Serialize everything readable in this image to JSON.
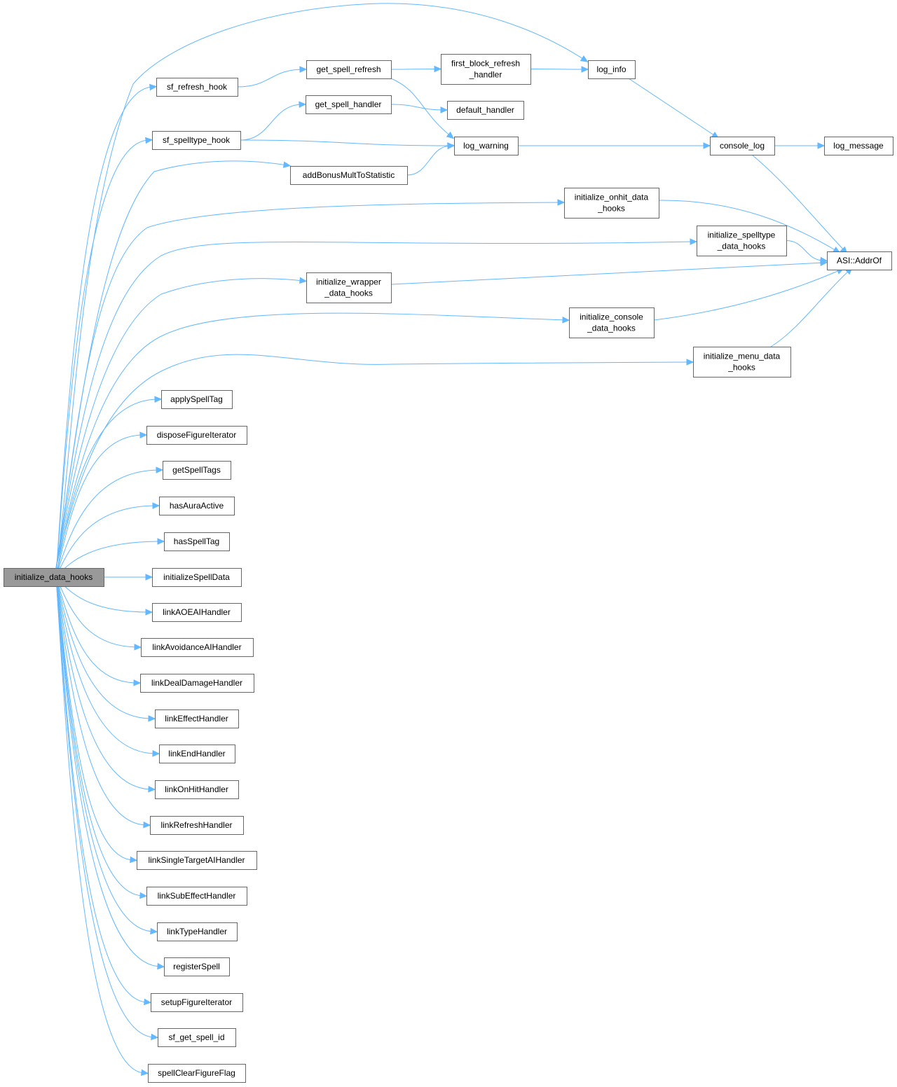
{
  "nodes": [
    {
      "id": "root",
      "lines": [
        "initialize_data_hooks"
      ],
      "root": true
    },
    {
      "id": "sf_refresh_hook",
      "lines": [
        "sf_refresh_hook"
      ]
    },
    {
      "id": "get_spell_refresh",
      "lines": [
        "get_spell_refresh"
      ]
    },
    {
      "id": "first_block_refresh_handler",
      "lines": [
        "first_block_refresh",
        "_handler"
      ]
    },
    {
      "id": "log_info",
      "lines": [
        "log_info"
      ]
    },
    {
      "id": "get_spell_handler",
      "lines": [
        "get_spell_handler"
      ]
    },
    {
      "id": "default_handler",
      "lines": [
        "default_handler"
      ]
    },
    {
      "id": "sf_spelltype_hook",
      "lines": [
        "sf_spelltype_hook"
      ]
    },
    {
      "id": "log_warning",
      "lines": [
        "log_warning"
      ]
    },
    {
      "id": "console_log",
      "lines": [
        "console_log"
      ]
    },
    {
      "id": "log_message",
      "lines": [
        "log_message"
      ]
    },
    {
      "id": "addBonusMultToStatistic",
      "lines": [
        "addBonusMultToStatistic"
      ]
    },
    {
      "id": "initialize_onhit_data_hooks",
      "lines": [
        "initialize_onhit_data",
        "_hooks"
      ]
    },
    {
      "id": "initialize_spelltype_data_hooks",
      "lines": [
        "initialize_spelltype",
        "_data_hooks"
      ]
    },
    {
      "id": "ASI_AddrOf",
      "lines": [
        "ASI::AddrOf"
      ]
    },
    {
      "id": "initialize_wrapper_data_hooks",
      "lines": [
        "initialize_wrapper",
        "_data_hooks"
      ]
    },
    {
      "id": "initialize_console_data_hooks",
      "lines": [
        "initialize_console",
        "_data_hooks"
      ]
    },
    {
      "id": "initialize_menu_data_hooks",
      "lines": [
        "initialize_menu_data",
        "_hooks"
      ]
    },
    {
      "id": "applySpellTag",
      "lines": [
        "applySpellTag"
      ]
    },
    {
      "id": "disposeFigureIterator",
      "lines": [
        "disposeFigureIterator"
      ]
    },
    {
      "id": "getSpellTags",
      "lines": [
        "getSpellTags"
      ]
    },
    {
      "id": "hasAuraActive",
      "lines": [
        "hasAuraActive"
      ]
    },
    {
      "id": "hasSpellTag",
      "lines": [
        "hasSpellTag"
      ]
    },
    {
      "id": "initializeSpellData",
      "lines": [
        "initializeSpellData"
      ]
    },
    {
      "id": "linkAOEAIHandler",
      "lines": [
        "linkAOEAIHandler"
      ]
    },
    {
      "id": "linkAvoidanceAIHandler",
      "lines": [
        "linkAvoidanceAIHandler"
      ]
    },
    {
      "id": "linkDealDamageHandler",
      "lines": [
        "linkDealDamageHandler"
      ]
    },
    {
      "id": "linkEffectHandler",
      "lines": [
        "linkEffectHandler"
      ]
    },
    {
      "id": "linkEndHandler",
      "lines": [
        "linkEndHandler"
      ]
    },
    {
      "id": "linkOnHitHandler",
      "lines": [
        "linkOnHitHandler"
      ]
    },
    {
      "id": "linkRefreshHandler",
      "lines": [
        "linkRefreshHandler"
      ]
    },
    {
      "id": "linkSingleTargetAIHandler",
      "lines": [
        "linkSingleTargetAIHandler"
      ]
    },
    {
      "id": "linkSubEffectHandler",
      "lines": [
        "linkSubEffectHandler"
      ]
    },
    {
      "id": "linkTypeHandler",
      "lines": [
        "linkTypeHandler"
      ]
    },
    {
      "id": "registerSpell",
      "lines": [
        "registerSpell"
      ]
    },
    {
      "id": "setupFigureIterator",
      "lines": [
        "setupFigureIterator"
      ]
    },
    {
      "id": "sf_get_spell_id",
      "lines": [
        "sf_get_spell_id"
      ]
    },
    {
      "id": "spellClearFigureFlag",
      "lines": [
        "spellClearFigureFlag"
      ]
    }
  ],
  "edges": [
    [
      "root",
      "log_info"
    ],
    [
      "root",
      "sf_refresh_hook"
    ],
    [
      "root",
      "sf_spelltype_hook"
    ],
    [
      "root",
      "addBonusMultToStatistic"
    ],
    [
      "root",
      "initialize_onhit_data_hooks"
    ],
    [
      "root",
      "initialize_spelltype_data_hooks"
    ],
    [
      "root",
      "initialize_wrapper_data_hooks"
    ],
    [
      "root",
      "initialize_console_data_hooks"
    ],
    [
      "root",
      "initialize_menu_data_hooks"
    ],
    [
      "root",
      "applySpellTag"
    ],
    [
      "root",
      "disposeFigureIterator"
    ],
    [
      "root",
      "getSpellTags"
    ],
    [
      "root",
      "hasAuraActive"
    ],
    [
      "root",
      "hasSpellTag"
    ],
    [
      "root",
      "initializeSpellData"
    ],
    [
      "root",
      "linkAOEAIHandler"
    ],
    [
      "root",
      "linkAvoidanceAIHandler"
    ],
    [
      "root",
      "linkDealDamageHandler"
    ],
    [
      "root",
      "linkEffectHandler"
    ],
    [
      "root",
      "linkEndHandler"
    ],
    [
      "root",
      "linkOnHitHandler"
    ],
    [
      "root",
      "linkRefreshHandler"
    ],
    [
      "root",
      "linkSingleTargetAIHandler"
    ],
    [
      "root",
      "linkSubEffectHandler"
    ],
    [
      "root",
      "linkTypeHandler"
    ],
    [
      "root",
      "registerSpell"
    ],
    [
      "root",
      "setupFigureIterator"
    ],
    [
      "root",
      "sf_get_spell_id"
    ],
    [
      "root",
      "spellClearFigureFlag"
    ],
    [
      "sf_refresh_hook",
      "get_spell_refresh"
    ],
    [
      "get_spell_refresh",
      "first_block_refresh_handler"
    ],
    [
      "get_spell_refresh",
      "log_warning"
    ],
    [
      "first_block_refresh_handler",
      "log_info"
    ],
    [
      "log_info",
      "console_log"
    ],
    [
      "sf_spelltype_hook",
      "get_spell_handler"
    ],
    [
      "sf_spelltype_hook",
      "log_warning"
    ],
    [
      "get_spell_handler",
      "default_handler"
    ],
    [
      "addBonusMultToStatistic",
      "log_warning"
    ],
    [
      "log_warning",
      "console_log"
    ],
    [
      "console_log",
      "log_message"
    ],
    [
      "console_log",
      "ASI_AddrOf"
    ],
    [
      "initialize_onhit_data_hooks",
      "ASI_AddrOf"
    ],
    [
      "initialize_spelltype_data_hooks",
      "ASI_AddrOf"
    ],
    [
      "initialize_wrapper_data_hooks",
      "ASI_AddrOf"
    ],
    [
      "initialize_console_data_hooks",
      "ASI_AddrOf"
    ],
    [
      "initialize_menu_data_hooks",
      "ASI_AddrOf"
    ]
  ]
}
